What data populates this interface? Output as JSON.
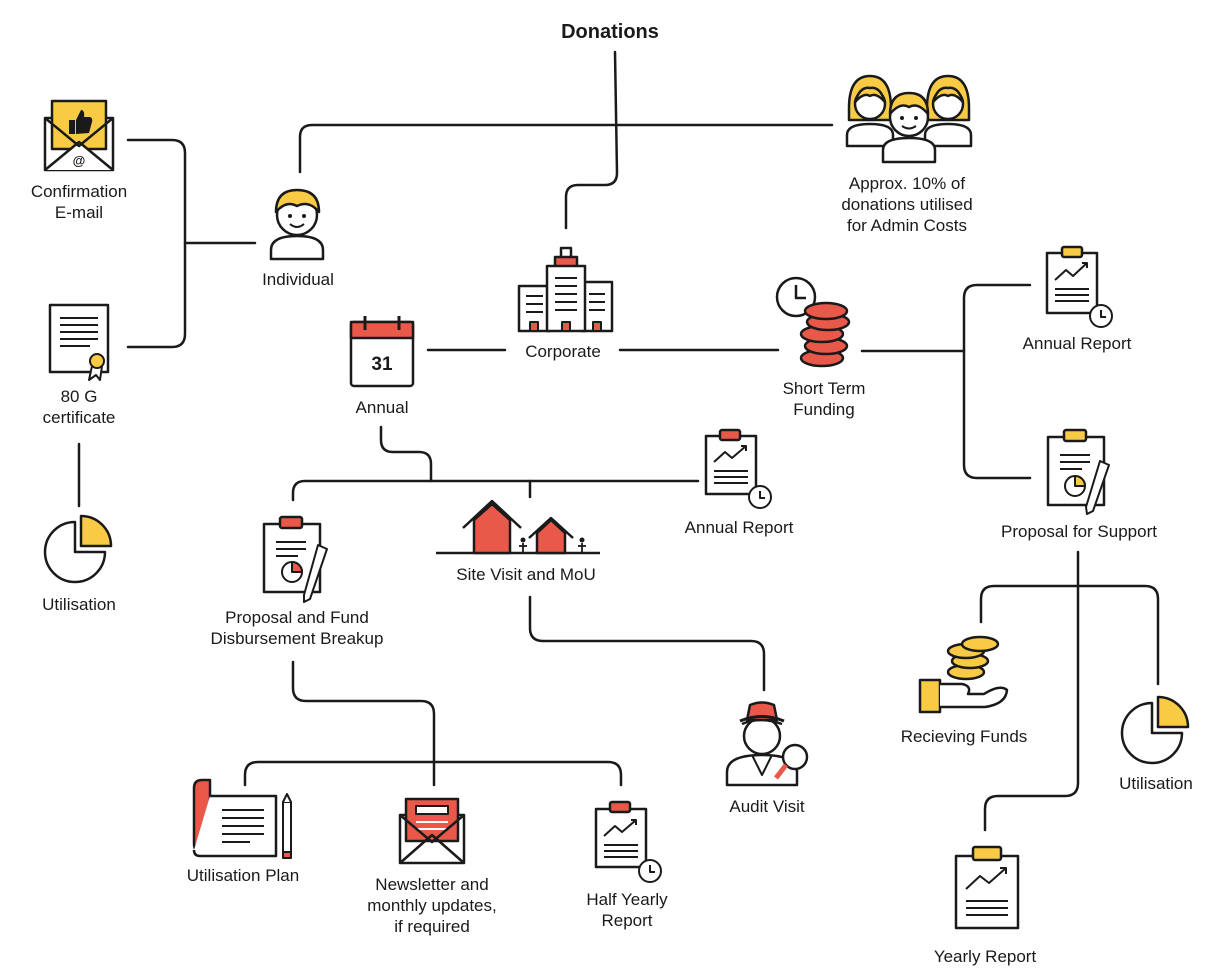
{
  "title": "Donations",
  "colors": {
    "line": "#1a1a1a",
    "red": "#e8594a",
    "yellow": "#f9cb45",
    "white": "#ffffff"
  },
  "nodes": {
    "individual": {
      "label": [
        "Individual"
      ],
      "icon": "person-icon"
    },
    "confirmation_email": {
      "label": [
        "Confirmation",
        "E-mail"
      ],
      "icon": "thumbs-up-envelope-icon"
    },
    "certificate_80g": {
      "label": [
        "80 G",
        "certificate"
      ],
      "icon": "certificate-icon"
    },
    "utilisation_left": {
      "label": [
        "Utilisation"
      ],
      "icon": "pie-chart-icon"
    },
    "admin_costs": {
      "label": [
        "Approx. 10% of",
        "donations utilised",
        "for Admin Costs"
      ],
      "icon": "group-of-people-icon"
    },
    "corporate": {
      "label": [
        "Corporate"
      ],
      "icon": "office-buildings-icon"
    },
    "annual": {
      "label": [
        "Annual"
      ],
      "icon": "calendar-icon",
      "calendar_day": "31"
    },
    "short_term_funding": {
      "label": [
        "Short Term",
        "Funding"
      ],
      "icon": "clock-coins-icon"
    },
    "annual_report_right": {
      "label": [
        "Annual Report"
      ],
      "icon": "report-clipboard-icon"
    },
    "proposal_support": {
      "label": [
        "Proposal for Support"
      ],
      "icon": "proposal-clipboard-icon"
    },
    "annual_report_mid": {
      "label": [
        "Annual Report"
      ],
      "icon": "report-clipboard-icon"
    },
    "proposal_fund": {
      "label": [
        "Proposal and Fund",
        "Disbursement Breakup"
      ],
      "icon": "proposal-clipboard-icon"
    },
    "site_visit": {
      "label": [
        "Site Visit and MoU"
      ],
      "icon": "houses-icon"
    },
    "audit_visit": {
      "label": [
        "Audit Visit"
      ],
      "icon": "inspector-icon"
    },
    "utilisation_plan": {
      "label": [
        "Utilisation Plan"
      ],
      "icon": "blueprint-pencil-icon"
    },
    "newsletter": {
      "label": [
        "Newsletter and",
        "monthly updates,",
        "if required"
      ],
      "icon": "newsletter-envelope-icon"
    },
    "half_yearly": {
      "label": [
        "Half Yearly",
        "Report"
      ],
      "icon": "report-clipboard-icon"
    },
    "receiving_funds": {
      "label": [
        "Recieving Funds"
      ],
      "icon": "coins-in-hand-icon"
    },
    "utilisation_right": {
      "label": [
        "Utilisation"
      ],
      "icon": "pie-chart-icon"
    },
    "yearly_report": {
      "label": [
        "Yearly Report"
      ],
      "icon": "report-clipboard-icon"
    }
  }
}
